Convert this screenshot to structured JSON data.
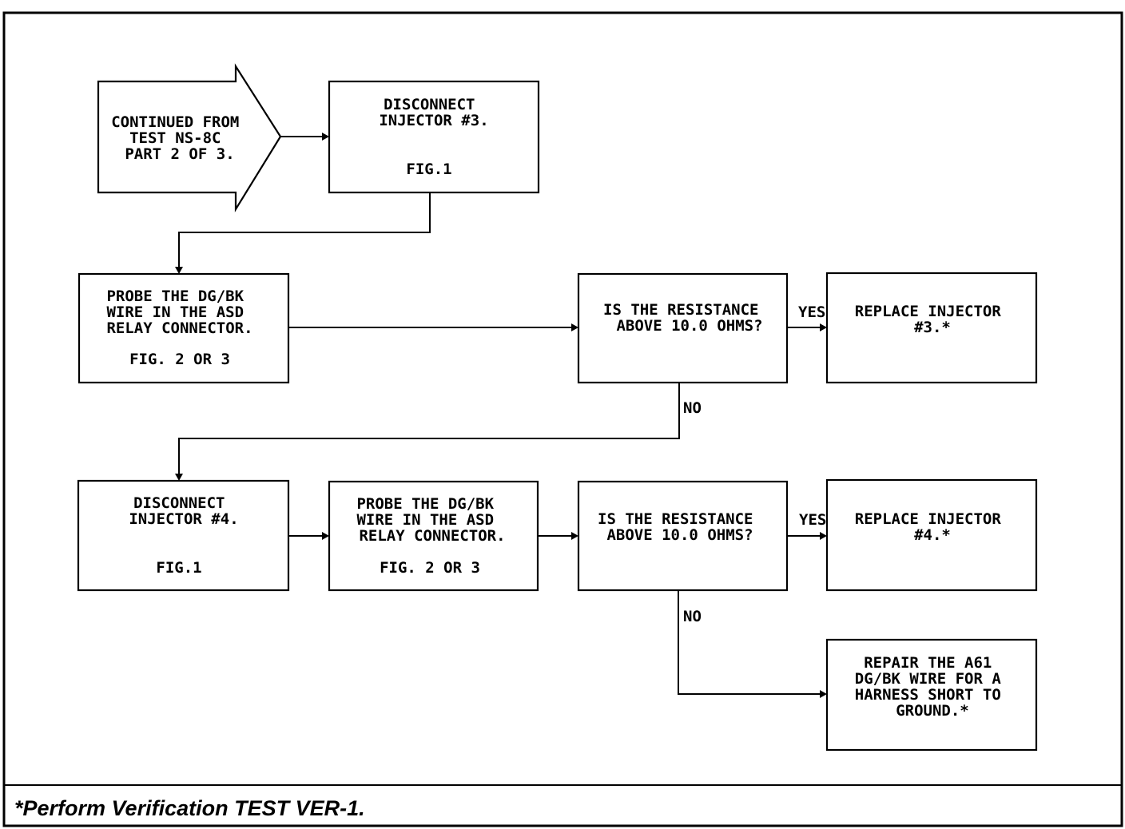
{
  "footer": {
    "note": "*Perform Verification TEST VER-1."
  },
  "flowchart": {
    "start": {
      "lines": [
        "CONTINUED FROM",
        "TEST NS-8C",
        "PART 2 OF 3."
      ]
    },
    "disconnect_3": {
      "lines": [
        "DISCONNECT",
        "INJECTOR #3."
      ],
      "fig": "FIG.1"
    },
    "probe_1": {
      "lines": [
        "PROBE THE DG/BK",
        "WIRE IN THE ASD",
        "RELAY CONNECTOR."
      ],
      "fig": "FIG. 2 OR 3"
    },
    "decision_1": {
      "lines": [
        "IS THE RESISTANCE",
        "ABOVE 10.0 OHMS?"
      ]
    },
    "replace_3": {
      "lines": [
        "REPLACE INJECTOR",
        "#3.*"
      ]
    },
    "disconnect_4": {
      "lines": [
        "DISCONNECT",
        "INJECTOR #4."
      ],
      "fig": "FIG.1"
    },
    "probe_2": {
      "lines": [
        "PROBE THE DG/BK",
        "WIRE IN THE ASD",
        "RELAY CONNECTOR."
      ],
      "fig": "FIG. 2 OR 3"
    },
    "decision_2": {
      "lines": [
        "IS THE RESISTANCE",
        "ABOVE 10.0 OHMS?"
      ]
    },
    "replace_4": {
      "lines": [
        "REPLACE INJECTOR",
        "#4.*"
      ]
    },
    "repair": {
      "lines": [
        "REPAIR THE A61",
        "DG/BK WIRE FOR A",
        "HARNESS SHORT TO",
        "GROUND.*"
      ]
    },
    "labels": {
      "yes_1": "YES",
      "no_1": "NO",
      "yes_2": "YES",
      "no_2": "NO"
    }
  }
}
